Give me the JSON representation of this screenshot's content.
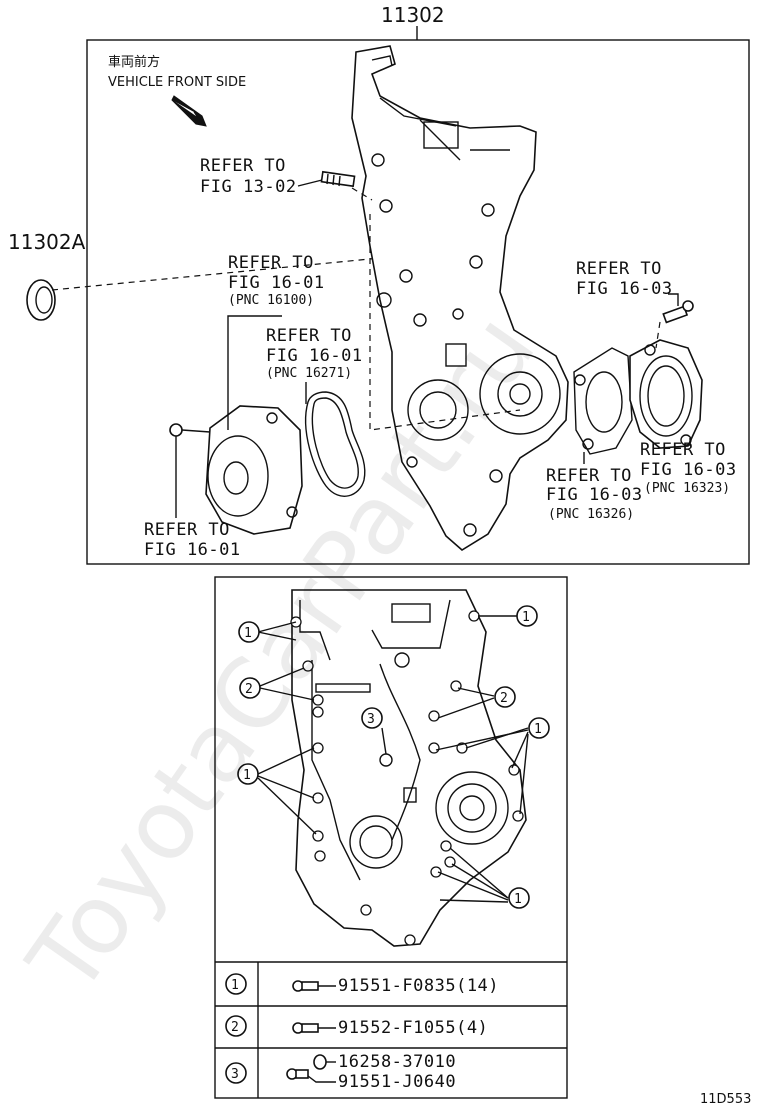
{
  "top_panel": {
    "main_part_no": "11302",
    "seal_part_no": "11302A",
    "front_label_jp": "車両前方",
    "front_label_en": "VEHICLE FRONT SIDE",
    "refer_to": "REFER TO",
    "refs": [
      {
        "fig": "FIG 13-02",
        "pnc": ""
      },
      {
        "fig": "FIG 16-01",
        "pnc": "(PNC 16100)"
      },
      {
        "fig": "FIG 16-01",
        "pnc": "(PNC 16271)"
      },
      {
        "fig": "FIG 16-01",
        "pnc": ""
      },
      {
        "fig": "FIG 16-03",
        "pnc": ""
      },
      {
        "fig": "FIG 16-03",
        "pnc": "(PNC 16323)"
      },
      {
        "fig": "FIG 16-03",
        "pnc": "(PNC 16326)"
      }
    ]
  },
  "bottom_panel": {
    "callouts": [
      "1",
      "2",
      "3"
    ],
    "legend": [
      {
        "num": "1",
        "parts": [
          "91551-F0835(14)"
        ]
      },
      {
        "num": "2",
        "parts": [
          "91552-F1055(4)"
        ]
      },
      {
        "num": "3",
        "parts": [
          "16258-37010",
          "91551-J0640"
        ]
      }
    ]
  },
  "diagram_code": "11D553",
  "watermark": "ToyotaCarPart.ru"
}
